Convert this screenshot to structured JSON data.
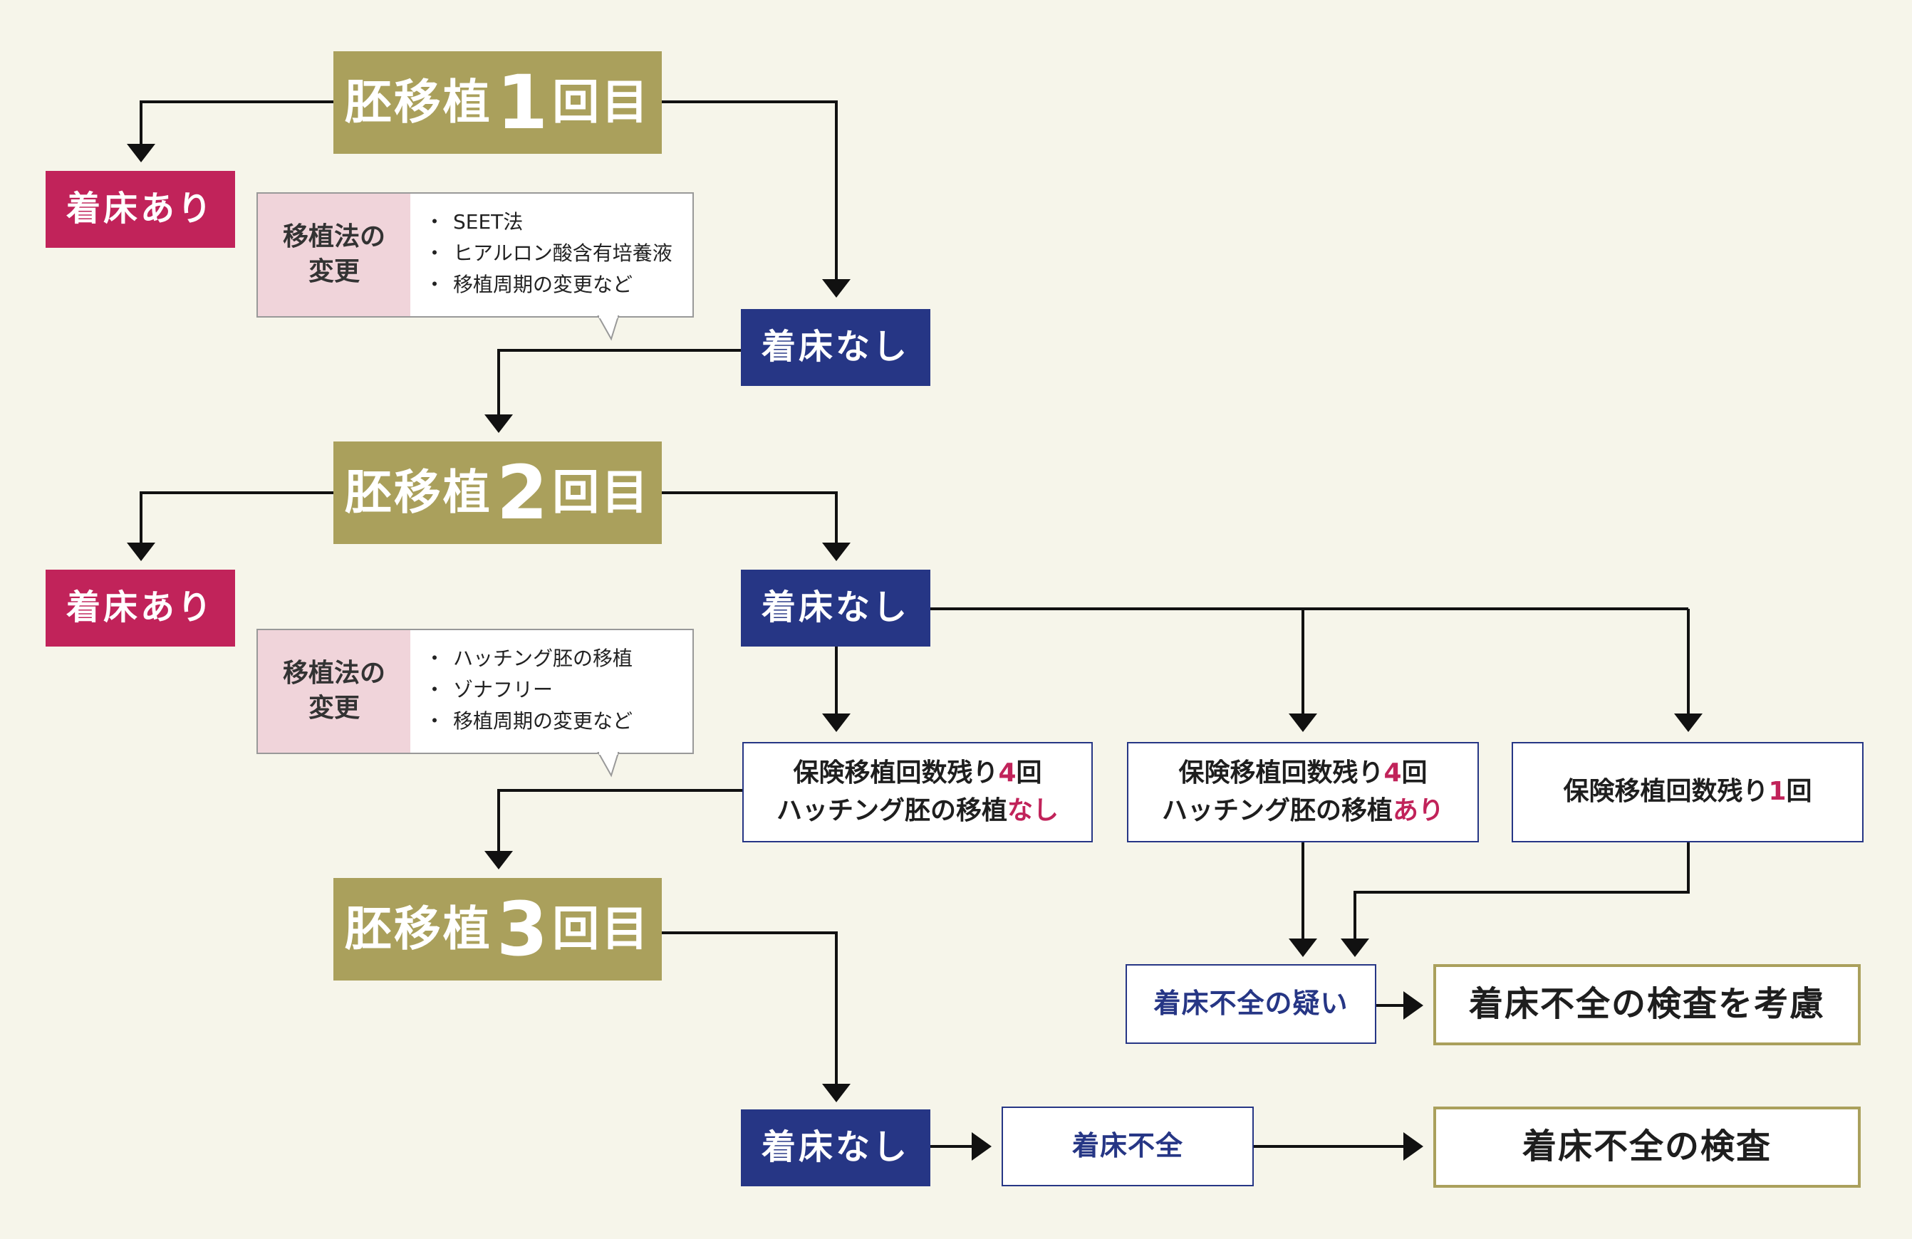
{
  "transfer_1": {
    "prefix": "胚移植",
    "number": "1",
    "suffix": "回目"
  },
  "transfer_2": {
    "prefix": "胚移植",
    "number": "2",
    "suffix": "回目"
  },
  "transfer_3": {
    "prefix": "胚移植",
    "number": "3",
    "suffix": "回目"
  },
  "implant_yes": "着床あり",
  "implant_no": "着床なし",
  "callout_1": {
    "label_line1": "移植法の",
    "label_line2": "変更",
    "bullet": "・",
    "items": [
      "SEET法",
      "ヒアルロン酸含有培養液",
      "移植周期の変更など"
    ]
  },
  "callout_2": {
    "label_line1": "移植法の",
    "label_line2": "変更",
    "bullet": "・",
    "items": [
      "ハッチング胚の移植",
      "ゾナフリー",
      "移植周期の変更など"
    ]
  },
  "branch_a": {
    "line1_pre": "保険移植回数残り",
    "line1_num": "4",
    "line1_post": "回",
    "line2_pre": "ハッチング胚の移植",
    "line2_accent": "なし"
  },
  "branch_b": {
    "line1_pre": "保険移植回数残り",
    "line1_num": "4",
    "line1_post": "回",
    "line2_pre": "ハッチング胚の移植",
    "line2_accent": "あり"
  },
  "branch_c": {
    "line1_pre": "保険移植回数残り",
    "line1_num": "1",
    "line1_post": "回"
  },
  "suspected_failure": "着床不全の疑い",
  "consider_test": "着床不全の検査を考慮",
  "implant_failure": "着床不全",
  "failure_test": "着床不全の検査",
  "colors": {
    "olive": "#aaa05c",
    "crimson": "#c1235a",
    "navy": "#263685",
    "pink": "#f0d4da",
    "background": "#f6f5ea"
  }
}
